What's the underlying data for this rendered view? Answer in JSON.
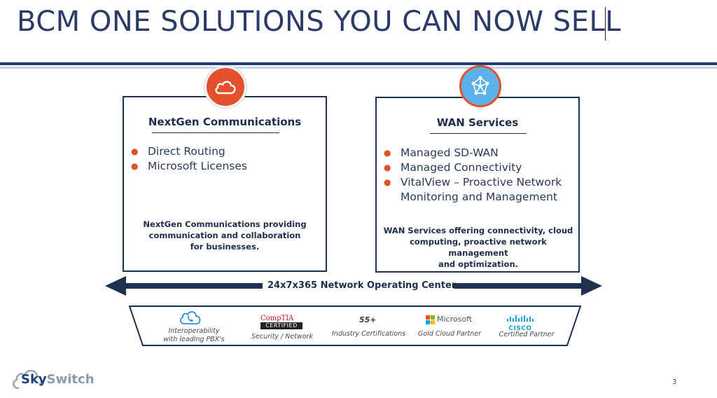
{
  "slide": {
    "title": "BCM ONE SOLUTIONS YOU CAN NOW SELL",
    "page_number": "3"
  },
  "left_card": {
    "icon": "cloud-icon",
    "title": "NextGen Communications",
    "bullets": [
      "Direct Routing",
      "Microsoft Licenses"
    ],
    "description_lines": [
      "NextGen Communications providing",
      "communication and collaboration",
      "for businesses."
    ]
  },
  "right_card": {
    "icon": "network-icon",
    "title": "WAN Services",
    "bullets": [
      "Managed SD-WAN",
      "Managed Connectivity",
      "VitalView – Proactive Network",
      "Monitoring and Management"
    ],
    "description_lines": [
      "WAN Services offering connectivity, cloud",
      "computing, proactive network management",
      "and optimization."
    ]
  },
  "noc_label": "24x7x365 Network Operating Center",
  "partners": {
    "interop_lines": [
      "Interoperability",
      "with leading PBX's"
    ],
    "comptia_top": "CompTIA",
    "comptia_bottom": "CERTIFIED",
    "security_label": "Security / Network",
    "cert_count": "55+",
    "industry_label": "Industry Certifications",
    "microsoft_word": "Microsoft",
    "microsoft_label": "Gold Cloud Partner",
    "cisco_word": "CISCO",
    "cisco_label": "Certified Partner"
  },
  "logo": {
    "part1": "Sky",
    "part2": "Switch"
  },
  "colors": {
    "brand_navy": "#1f3f7a",
    "accent_orange": "#e2502e",
    "accent_blue": "#5bb2ea",
    "cisco_blue": "#1ba0d7"
  }
}
